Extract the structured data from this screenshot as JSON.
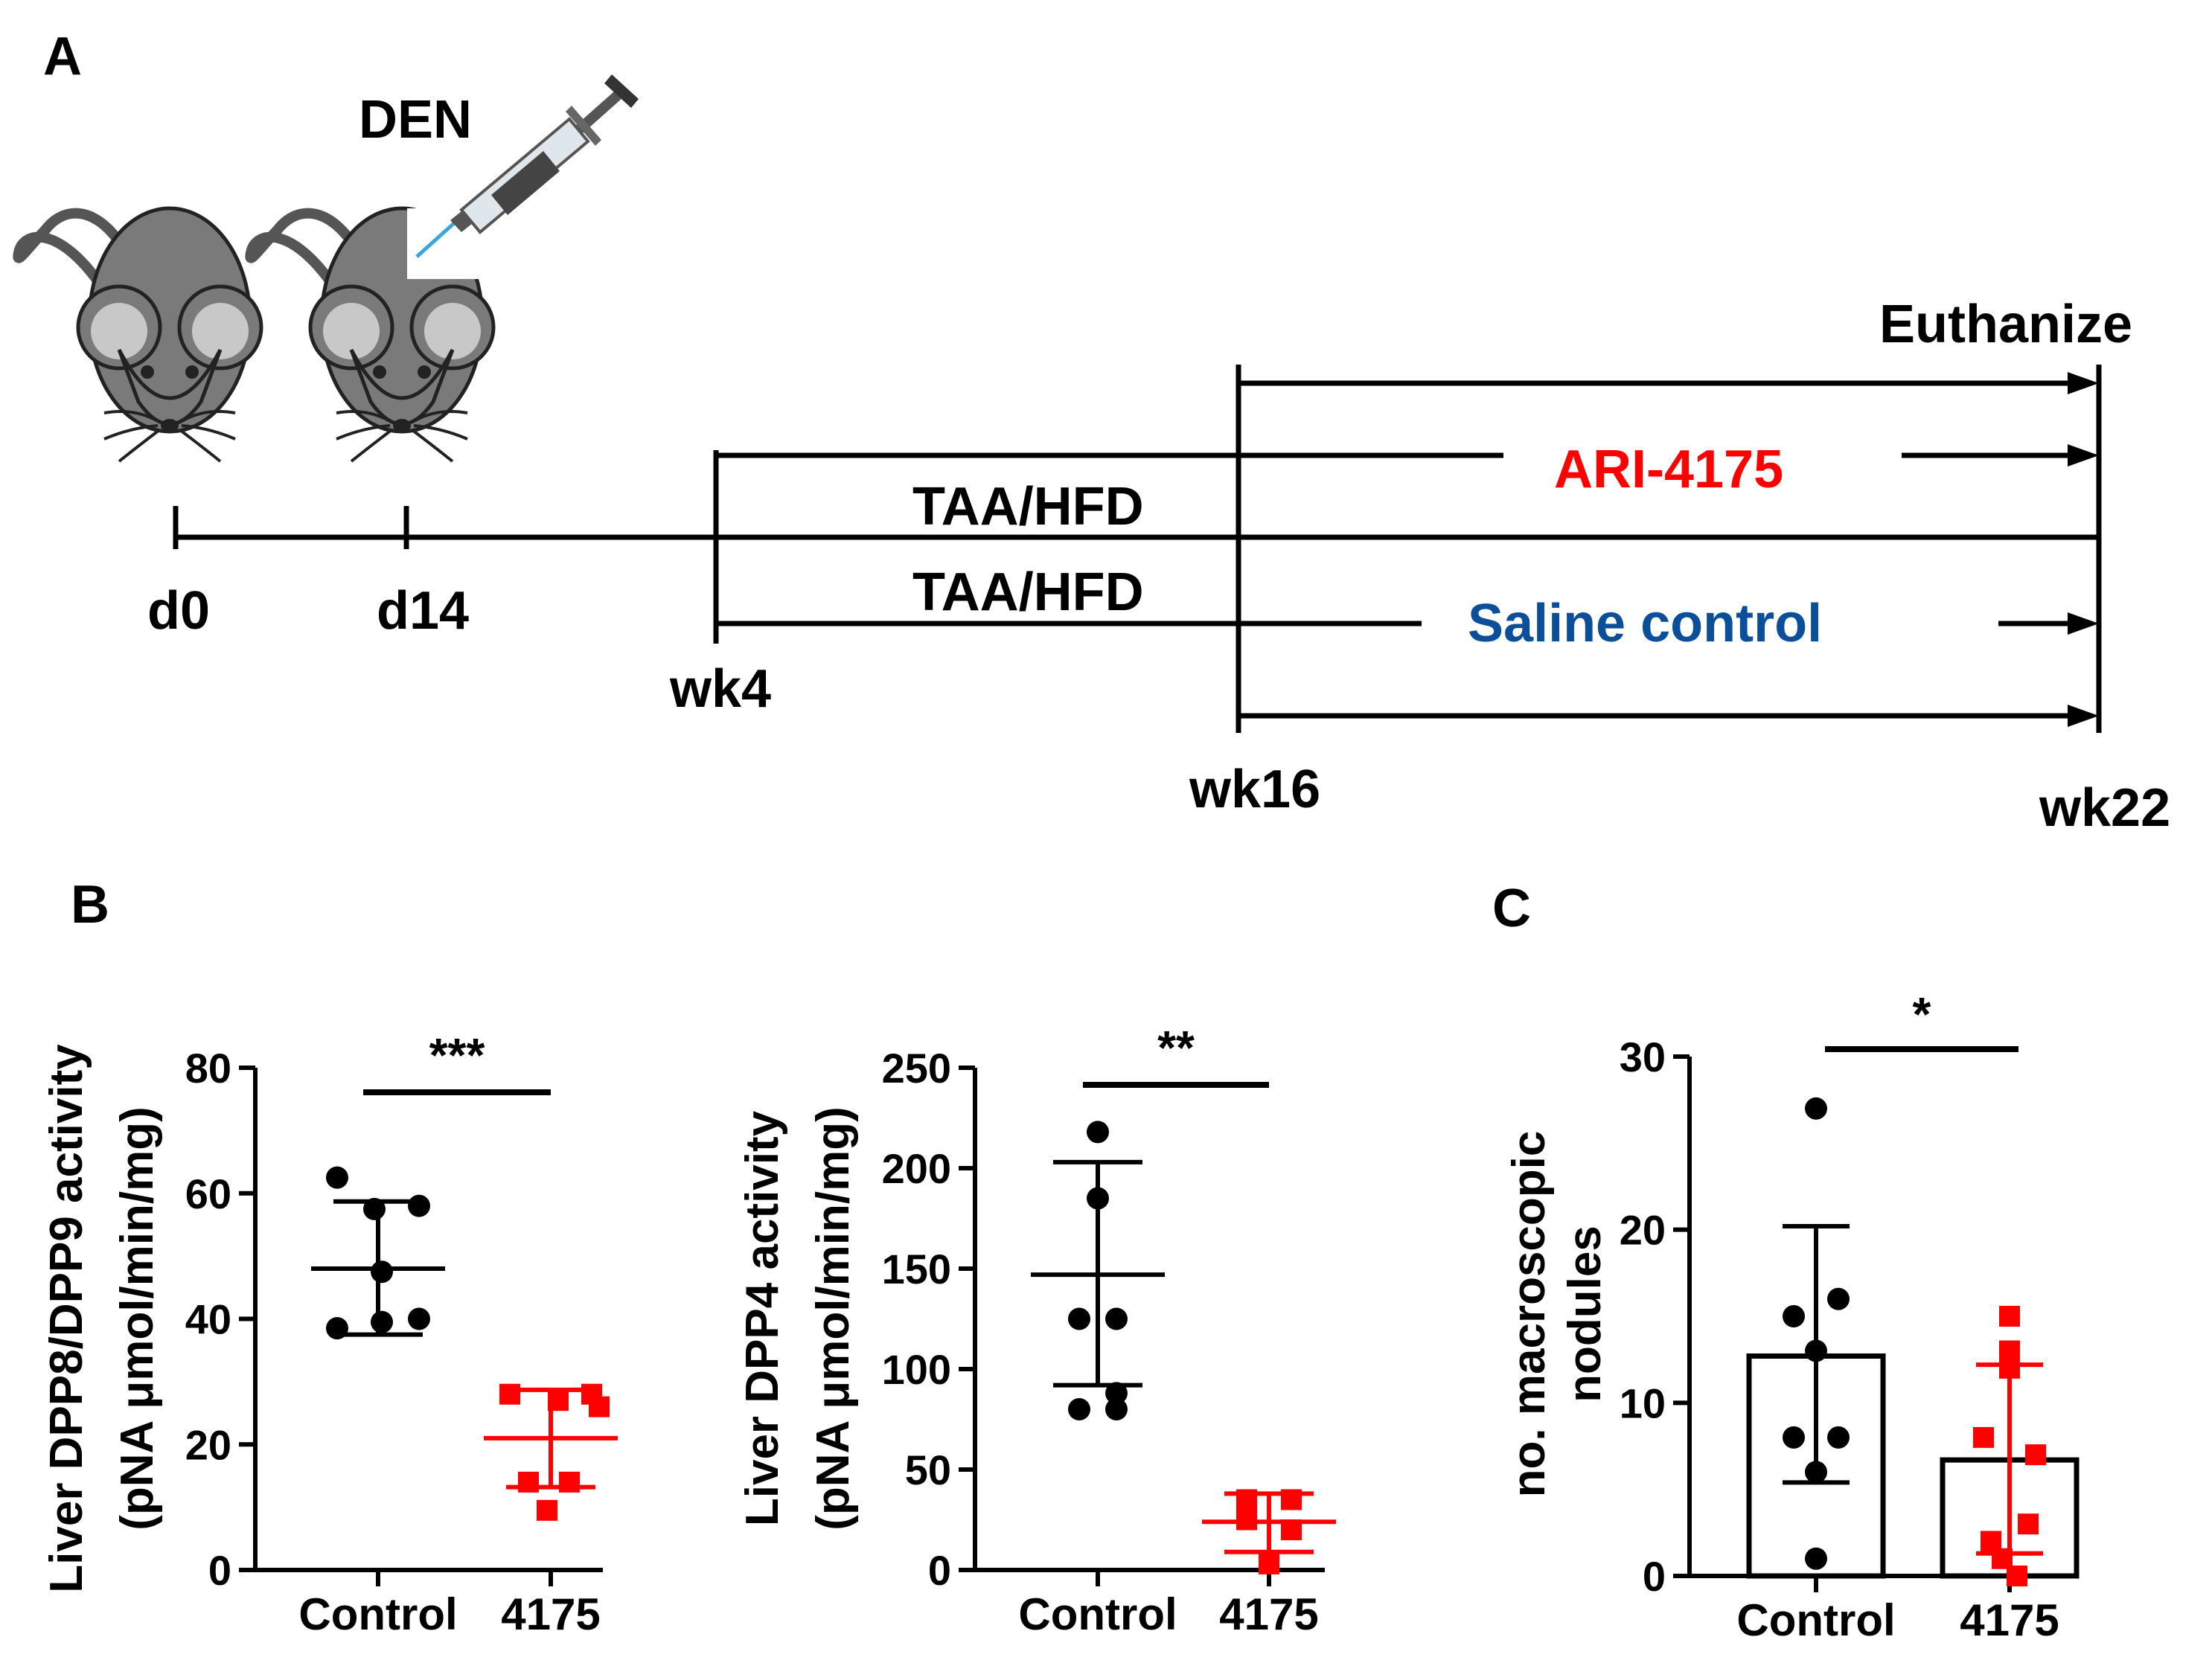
{
  "colors": {
    "black": "#000000",
    "red": "#ff0000",
    "blue": "#0b4f9a",
    "mouse_body": "#7a7a7a",
    "mouse_ear": "#c8c8c8",
    "syringe_barrel": "#dfe6ec",
    "syringe_plunger": "#444444",
    "syringe_needle": "#3aa7d8"
  },
  "panel_a": {
    "label": "A",
    "den_label": "DEN",
    "euthanize_label": "Euthanize",
    "ari_label": "ARI-4175",
    "saline_label": "Saline control",
    "taa_upper": "TAA/HFD",
    "taa_lower": "TAA/HFD",
    "timepoints": {
      "d0": "d0",
      "d14": "d14",
      "wk4": "wk4",
      "wk16": "wk16",
      "wk22": "wk22"
    },
    "icons": [
      "mouse-icon",
      "mouse-icon",
      "syringe-icon"
    ]
  },
  "panel_b": {
    "label": "B"
  },
  "panel_c": {
    "label": "C"
  },
  "chart_data": [
    {
      "id": "dpp8-9",
      "type": "scatter",
      "ylabel_line1": "Liver DPP8/DPP9 activity",
      "ylabel_line2": "(pNA μmol/min/mg)",
      "ylim": [
        0,
        80
      ],
      "yticks": [
        0,
        20,
        40,
        60,
        80
      ],
      "categories": [
        "Control",
        "4175"
      ],
      "series": [
        {
          "category": "Control",
          "values": [
            62.5,
            58,
            57.5,
            47.5,
            38.5,
            39.5,
            40
          ],
          "mean": 48,
          "sd_upper": 58.7,
          "sd_lower": 37.5
        },
        {
          "category": "4175",
          "values": [
            28,
            28,
            27,
            26,
            14,
            14,
            9.5
          ],
          "mean": 21,
          "sd_upper": 28.7,
          "sd_lower": 13.2
        }
      ],
      "significance": "***"
    },
    {
      "id": "dpp4",
      "type": "scatter",
      "ylabel_line1": "Liver DPP4 activity",
      "ylabel_line2": "(pNA μmol/min/mg)",
      "ylim": [
        0,
        250
      ],
      "yticks": [
        0,
        50,
        100,
        150,
        200,
        250
      ],
      "categories": [
        "Control",
        "4175"
      ],
      "series": [
        {
          "category": "Control",
          "values": [
            218,
            185,
            125,
            125,
            88,
            80,
            80
          ],
          "mean": 147,
          "sd_upper": 203,
          "sd_lower": 92
        },
        {
          "category": "4175",
          "values": [
            35,
            35,
            25,
            20,
            3
          ],
          "mean": 24,
          "sd_upper": 38,
          "sd_lower": 9
        }
      ],
      "significance": "**"
    },
    {
      "id": "nodules",
      "type": "bar",
      "ylabel_line1": "no. macroscopic",
      "ylabel_line2": "nodules",
      "ylim": [
        0,
        30
      ],
      "yticks": [
        0,
        10,
        20,
        30
      ],
      "categories": [
        "Control",
        "4175"
      ],
      "series": [
        {
          "category": "Control",
          "values": [
            27,
            16,
            15,
            13,
            8,
            8,
            6,
            1
          ],
          "mean": 12.7,
          "sd_upper": 20.2,
          "sd_lower": 5.4
        },
        {
          "category": "4175",
          "values": [
            15,
            13,
            12,
            8,
            7,
            3,
            2,
            1,
            0
          ],
          "mean": 6.7,
          "sd_upper": 12.2,
          "sd_lower": 1.3
        }
      ],
      "significance": "*"
    }
  ]
}
